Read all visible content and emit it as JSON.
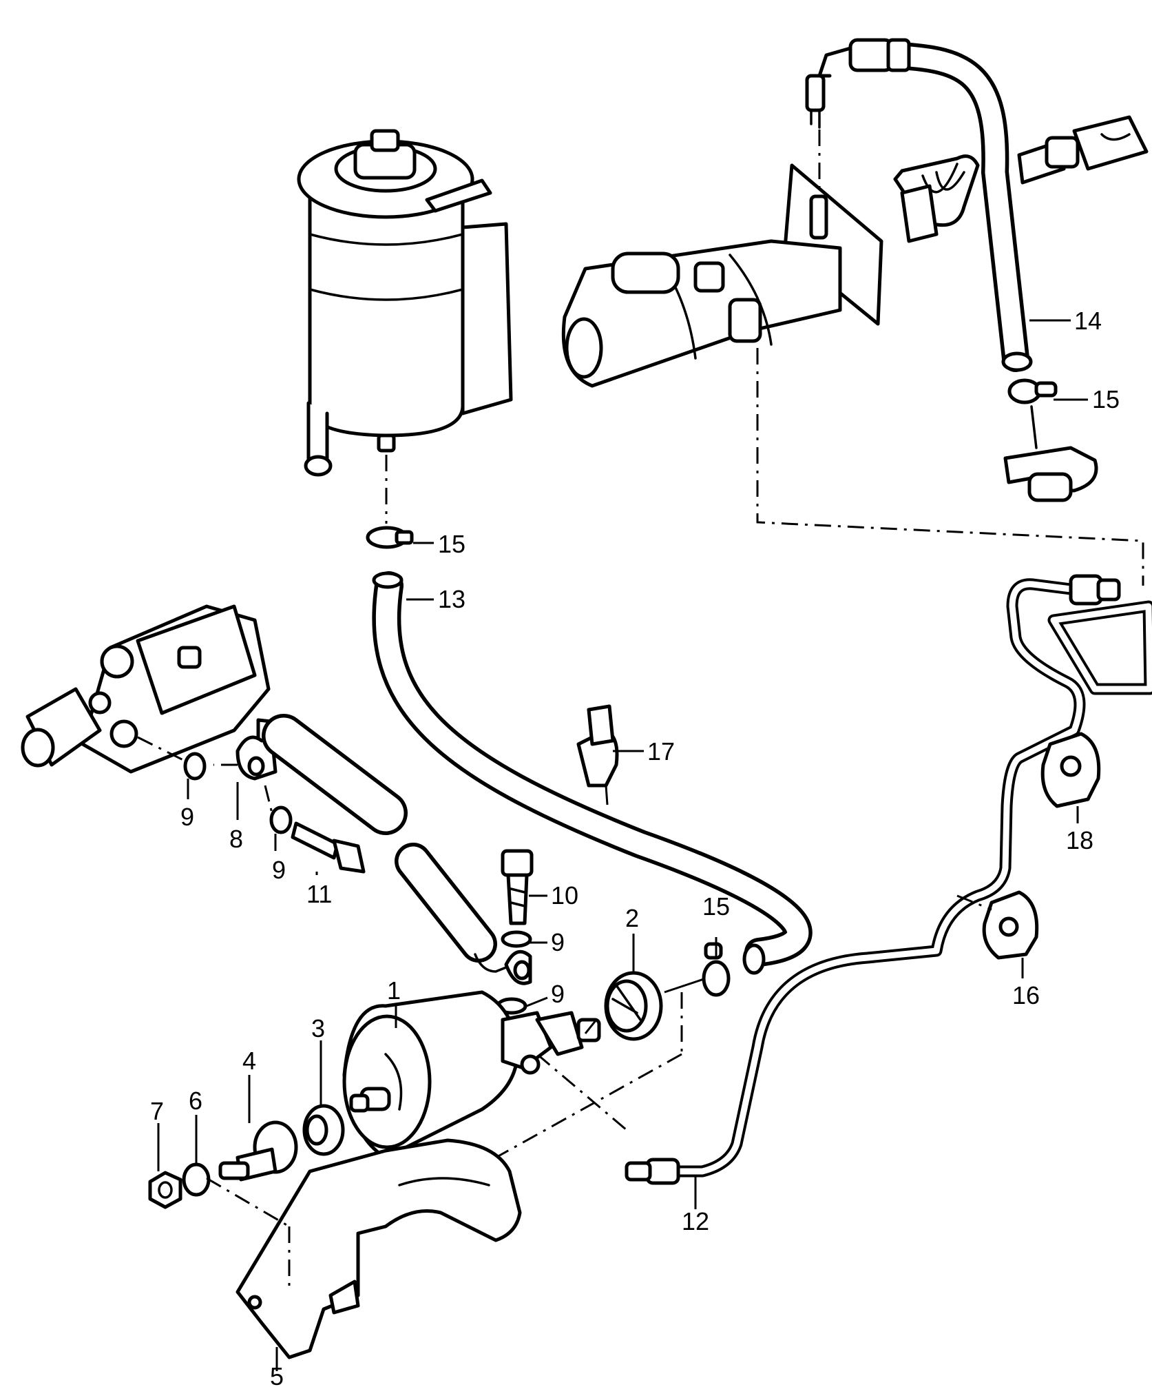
{
  "callouts": [
    {
      "id": "1",
      "text": "1"
    },
    {
      "id": "2",
      "text": "2"
    },
    {
      "id": "3",
      "text": "3"
    },
    {
      "id": "4",
      "text": "4"
    },
    {
      "id": "5",
      "text": "5"
    },
    {
      "id": "6",
      "text": "6"
    },
    {
      "id": "7",
      "text": "7"
    },
    {
      "id": "8",
      "text": "8"
    },
    {
      "id": "9a",
      "text": "9"
    },
    {
      "id": "9b",
      "text": "9"
    },
    {
      "id": "9c",
      "text": "9"
    },
    {
      "id": "9d",
      "text": "9"
    },
    {
      "id": "10",
      "text": "10"
    },
    {
      "id": "11",
      "text": "11"
    },
    {
      "id": "12",
      "text": "12"
    },
    {
      "id": "13",
      "text": "13"
    },
    {
      "id": "14",
      "text": "14"
    },
    {
      "id": "15a",
      "text": "15"
    },
    {
      "id": "15b",
      "text": "15"
    },
    {
      "id": "15c",
      "text": "15"
    },
    {
      "id": "16",
      "text": "16"
    },
    {
      "id": "17",
      "text": "17"
    },
    {
      "id": "18",
      "text": "18"
    }
  ]
}
